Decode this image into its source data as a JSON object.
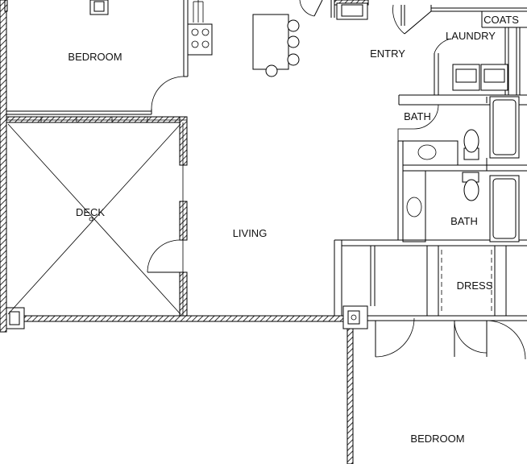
{
  "rooms": {
    "bedroom_top": "BEDROOM",
    "entry": "ENTRY",
    "laundry": "LAUNDRY",
    "coats": "COATS",
    "bath_upper": "BATH",
    "deck": "DECK",
    "living": "LIVING",
    "bath_lower": "BATH",
    "dress": "DRESS",
    "bedroom_bottom": "BEDROOM"
  }
}
